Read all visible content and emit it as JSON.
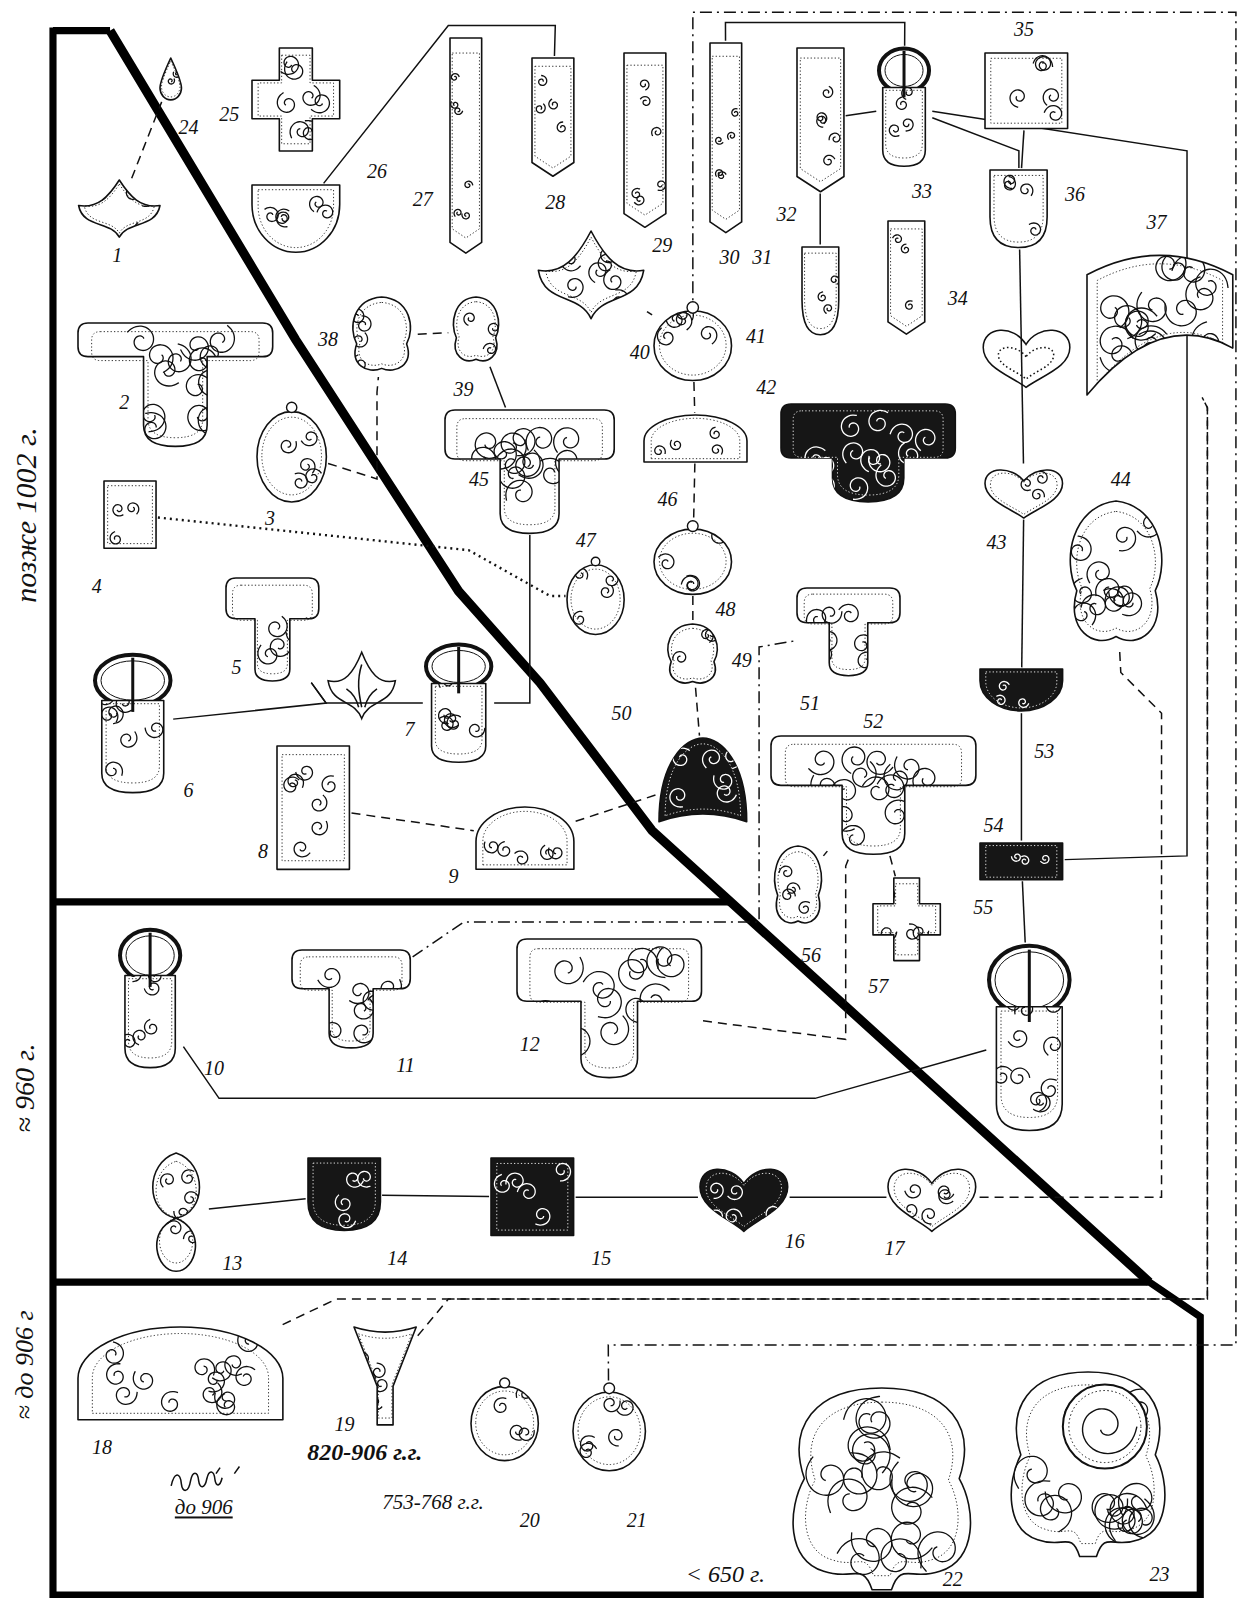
{
  "diagram": {
    "nodes": [
      {
        "text": [
          "1"
        ]
      },
      {
        "text": [
          "2"
        ]
      },
      {
        "text": [
          "3"
        ]
      },
      {
        "text": [
          "4"
        ]
      },
      {
        "text": [
          "5"
        ]
      },
      {
        "text": [
          "6"
        ]
      },
      {
        "text": [
          "7"
        ]
      },
      {
        "text": [
          "8"
        ]
      },
      {
        "text": [
          "9"
        ]
      },
      {
        "text": [
          "10"
        ]
      },
      {
        "text": [
          "11"
        ]
      },
      {
        "text": [
          "12"
        ]
      },
      {
        "text": [
          "13"
        ]
      },
      {
        "text": [
          "14"
        ]
      },
      {
        "text": [
          "15"
        ]
      },
      {
        "text": [
          "16"
        ]
      },
      {
        "text": [
          "17"
        ]
      },
      {
        "text": [
          "18"
        ]
      },
      {
        "text": [
          "19"
        ]
      },
      {
        "text": [
          "20"
        ]
      },
      {
        "text": [
          "21"
        ]
      },
      {
        "text": [
          "22"
        ]
      },
      {
        "text": [
          "23"
        ]
      },
      {
        "text": [
          "24"
        ]
      },
      {
        "text": [
          "25"
        ]
      },
      {
        "text": [
          "26"
        ]
      },
      {
        "text": [
          "27"
        ]
      },
      {
        "text": [
          "28"
        ]
      },
      {
        "text": [
          "29"
        ]
      },
      {
        "text": [
          "30"
        ]
      },
      {
        "text": [
          "31"
        ]
      },
      {
        "text": [
          "32"
        ]
      },
      {
        "text": [
          "33"
        ]
      },
      {
        "text": [
          "34"
        ]
      },
      {
        "text": [
          "35"
        ]
      },
      {
        "text": [
          "36"
        ]
      },
      {
        "text": [
          "37"
        ]
      },
      {
        "text": [
          "38"
        ]
      },
      {
        "text": [
          "39"
        ]
      },
      {
        "text": [
          "40"
        ]
      },
      {
        "text": [
          "41"
        ]
      },
      {
        "text": [
          "42"
        ]
      },
      {
        "text": [
          "43"
        ]
      },
      {
        "text": [
          "44"
        ]
      },
      {
        "text": [
          "45"
        ]
      },
      {
        "text": [
          "46"
        ]
      },
      {
        "text": [
          "47"
        ]
      },
      {
        "text": [
          "48"
        ]
      },
      {
        "text": [
          "49"
        ]
      },
      {
        "text": [
          "50"
        ]
      },
      {
        "text": [
          "51"
        ]
      },
      {
        "text": [
          "52"
        ]
      },
      {
        "text": [
          "53"
        ]
      },
      {
        "text": [
          "54"
        ]
      },
      {
        "text": [
          "55"
        ]
      },
      {
        "text": [
          "56"
        ]
      },
      {
        "text": [
          "57"
        ]
      }
    ],
    "edges": [
      {
        "from": 0,
        "to": 23,
        "arrow": "none"
      },
      {
        "from": 25,
        "to": 27,
        "arrow": "none"
      },
      {
        "from": 29,
        "to": 32,
        "arrow": "none"
      },
      {
        "from": 31,
        "to": 30,
        "arrow": "none"
      },
      {
        "from": 31,
        "to": 32,
        "arrow": "none"
      },
      {
        "from": 32,
        "to": 35,
        "arrow": "none"
      },
      {
        "from": 34,
        "to": 35,
        "arrow": "none"
      },
      {
        "from": 35,
        "to": 42,
        "arrow": "none"
      },
      {
        "from": 42,
        "to": 52,
        "arrow": "none"
      },
      {
        "from": 52,
        "to": 53,
        "arrow": "none"
      },
      {
        "from": 53,
        "to": 54,
        "arrow": "none"
      },
      {
        "from": 32,
        "to": 53,
        "arrow": "none"
      },
      {
        "from": 43,
        "to": 16,
        "arrow": "none"
      },
      {
        "from": 12,
        "to": 13,
        "arrow": "none"
      },
      {
        "from": 13,
        "to": 14,
        "arrow": "none"
      },
      {
        "from": 14,
        "to": 15,
        "arrow": "none"
      },
      {
        "from": 15,
        "to": 16,
        "arrow": "none"
      },
      {
        "from": 9,
        "to": 54,
        "arrow": "none"
      },
      {
        "from": 10,
        "to": 50,
        "arrow": "none"
      },
      {
        "from": 11,
        "to": 51,
        "arrow": "none"
      },
      {
        "from": 51,
        "to": 55,
        "arrow": "none"
      },
      {
        "from": 51,
        "to": 56,
        "arrow": "none"
      },
      {
        "from": 5,
        "to": 4,
        "arrow": "none"
      },
      {
        "from": 4,
        "to": 6,
        "arrow": "none"
      },
      {
        "from": 3,
        "to": 46,
        "arrow": "none"
      },
      {
        "from": 2,
        "to": 37,
        "arrow": "none"
      },
      {
        "from": 37,
        "to": 38,
        "arrow": "none"
      },
      {
        "from": 38,
        "to": 44,
        "arrow": "none"
      },
      {
        "from": 44,
        "to": 6,
        "arrow": "none"
      },
      {
        "from": 7,
        "to": 8,
        "arrow": "none"
      },
      {
        "from": 8,
        "to": 49,
        "arrow": "none"
      },
      {
        "from": 39,
        "to": 40,
        "arrow": "none"
      },
      {
        "from": 40,
        "to": 45,
        "arrow": "none"
      },
      {
        "from": 45,
        "to": 47,
        "arrow": "none"
      },
      {
        "from": 47,
        "to": 48,
        "arrow": "none"
      },
      {
        "from": 48,
        "to": 49,
        "arrow": "none"
      },
      {
        "from": 20,
        "to": 40,
        "arrow": "none"
      },
      {
        "from": 17,
        "to": 36,
        "arrow": "none"
      },
      {
        "from": 18,
        "to": 36,
        "arrow": "none"
      }
    ],
    "labels": [
      "позже 1002 г.",
      "≈ 960 г.",
      "≈ до 906 г",
      "820-906 г.г.",
      "753-768 г.г.",
      "до 906",
      "< 650 г."
    ]
  }
}
